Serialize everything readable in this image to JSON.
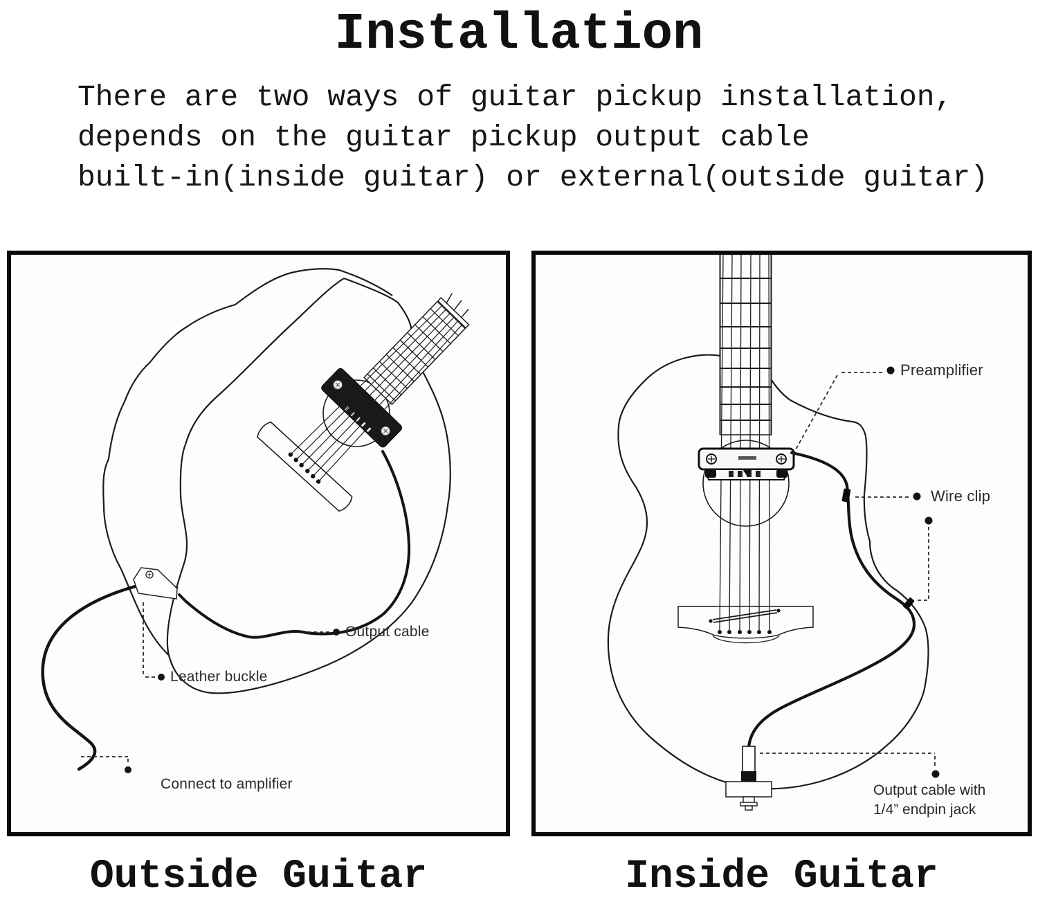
{
  "page": {
    "title": "Installation",
    "paragraph_lines": [
      "There are two ways of guitar pickup installation,",
      "depends on the guitar pickup output cable",
      "built-in(inside guitar) or external(outside guitar)"
    ]
  },
  "panels": {
    "outside": {
      "caption": "Outside Guitar",
      "labels": {
        "output_cable": "Output cable",
        "leather_buckle": "Leather buckle",
        "connect_amplifier": "Connect to amplifier"
      }
    },
    "inside": {
      "caption": "Inside Guitar",
      "labels": {
        "preamplifier": "Preamplifier",
        "wire_clip": "Wire clip",
        "output_line1": "Output cable with",
        "output_line2": "1/4”  endpin jack"
      }
    }
  },
  "icons": {
    "leader_dot": "●",
    "wire_clip_marker": "▮"
  },
  "colors": {
    "ink": "#1c1c1c",
    "panel_border": "#0a0a0a",
    "background": "#ffffff",
    "label_text": "#2a2a2a"
  }
}
